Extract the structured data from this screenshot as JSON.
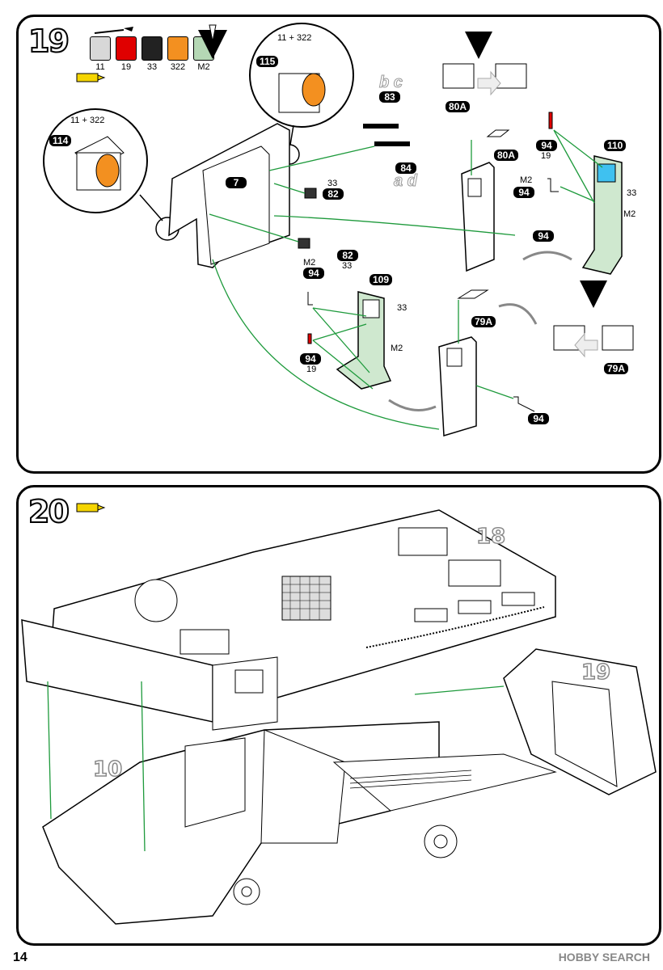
{
  "step19": {
    "number": "19",
    "paints": [
      {
        "code": "11",
        "color": "#d8d8d8"
      },
      {
        "code": "19",
        "color": "#e00000"
      },
      {
        "code": "33",
        "color": "#222222"
      },
      {
        "code": "322",
        "color": "#f39020"
      },
      {
        "code": "M2",
        "color": "#b5d8b5"
      }
    ],
    "zoom_left": {
      "label": "11 + 322",
      "part": "114"
    },
    "zoom_right": {
      "label": "11 + 322",
      "part": "115"
    },
    "parts": {
      "p7": "7",
      "p83": "83",
      "p84": "84",
      "p82a": "82",
      "p82b": "82",
      "p80A_top": "80A",
      "p80A_mid": "80A",
      "p94_a": "94",
      "p110": "110",
      "p94_b": "94",
      "p94_c": "94",
      "p94_d": "94",
      "p109": "109",
      "p94_e": "94",
      "p79A_mid": "79A",
      "p79A_right": "79A",
      "p94_f": "94"
    },
    "labels": {
      "bc": "b c",
      "ad": "a d",
      "c33_82a": "33",
      "c33_82b": "33",
      "m2_82b": "M2",
      "c19_110": "19",
      "m2_94c": "M2",
      "c33_110": "33",
      "m2_110": "M2",
      "c33_109": "33",
      "m2_109": "M2",
      "c19_94e": "19"
    }
  },
  "step20": {
    "number": "20",
    "ref_19": "19",
    "ref_18": "18",
    "ref_10": "10"
  },
  "footer": {
    "page": "14",
    "watermark": "HOBBY SEARCH"
  }
}
